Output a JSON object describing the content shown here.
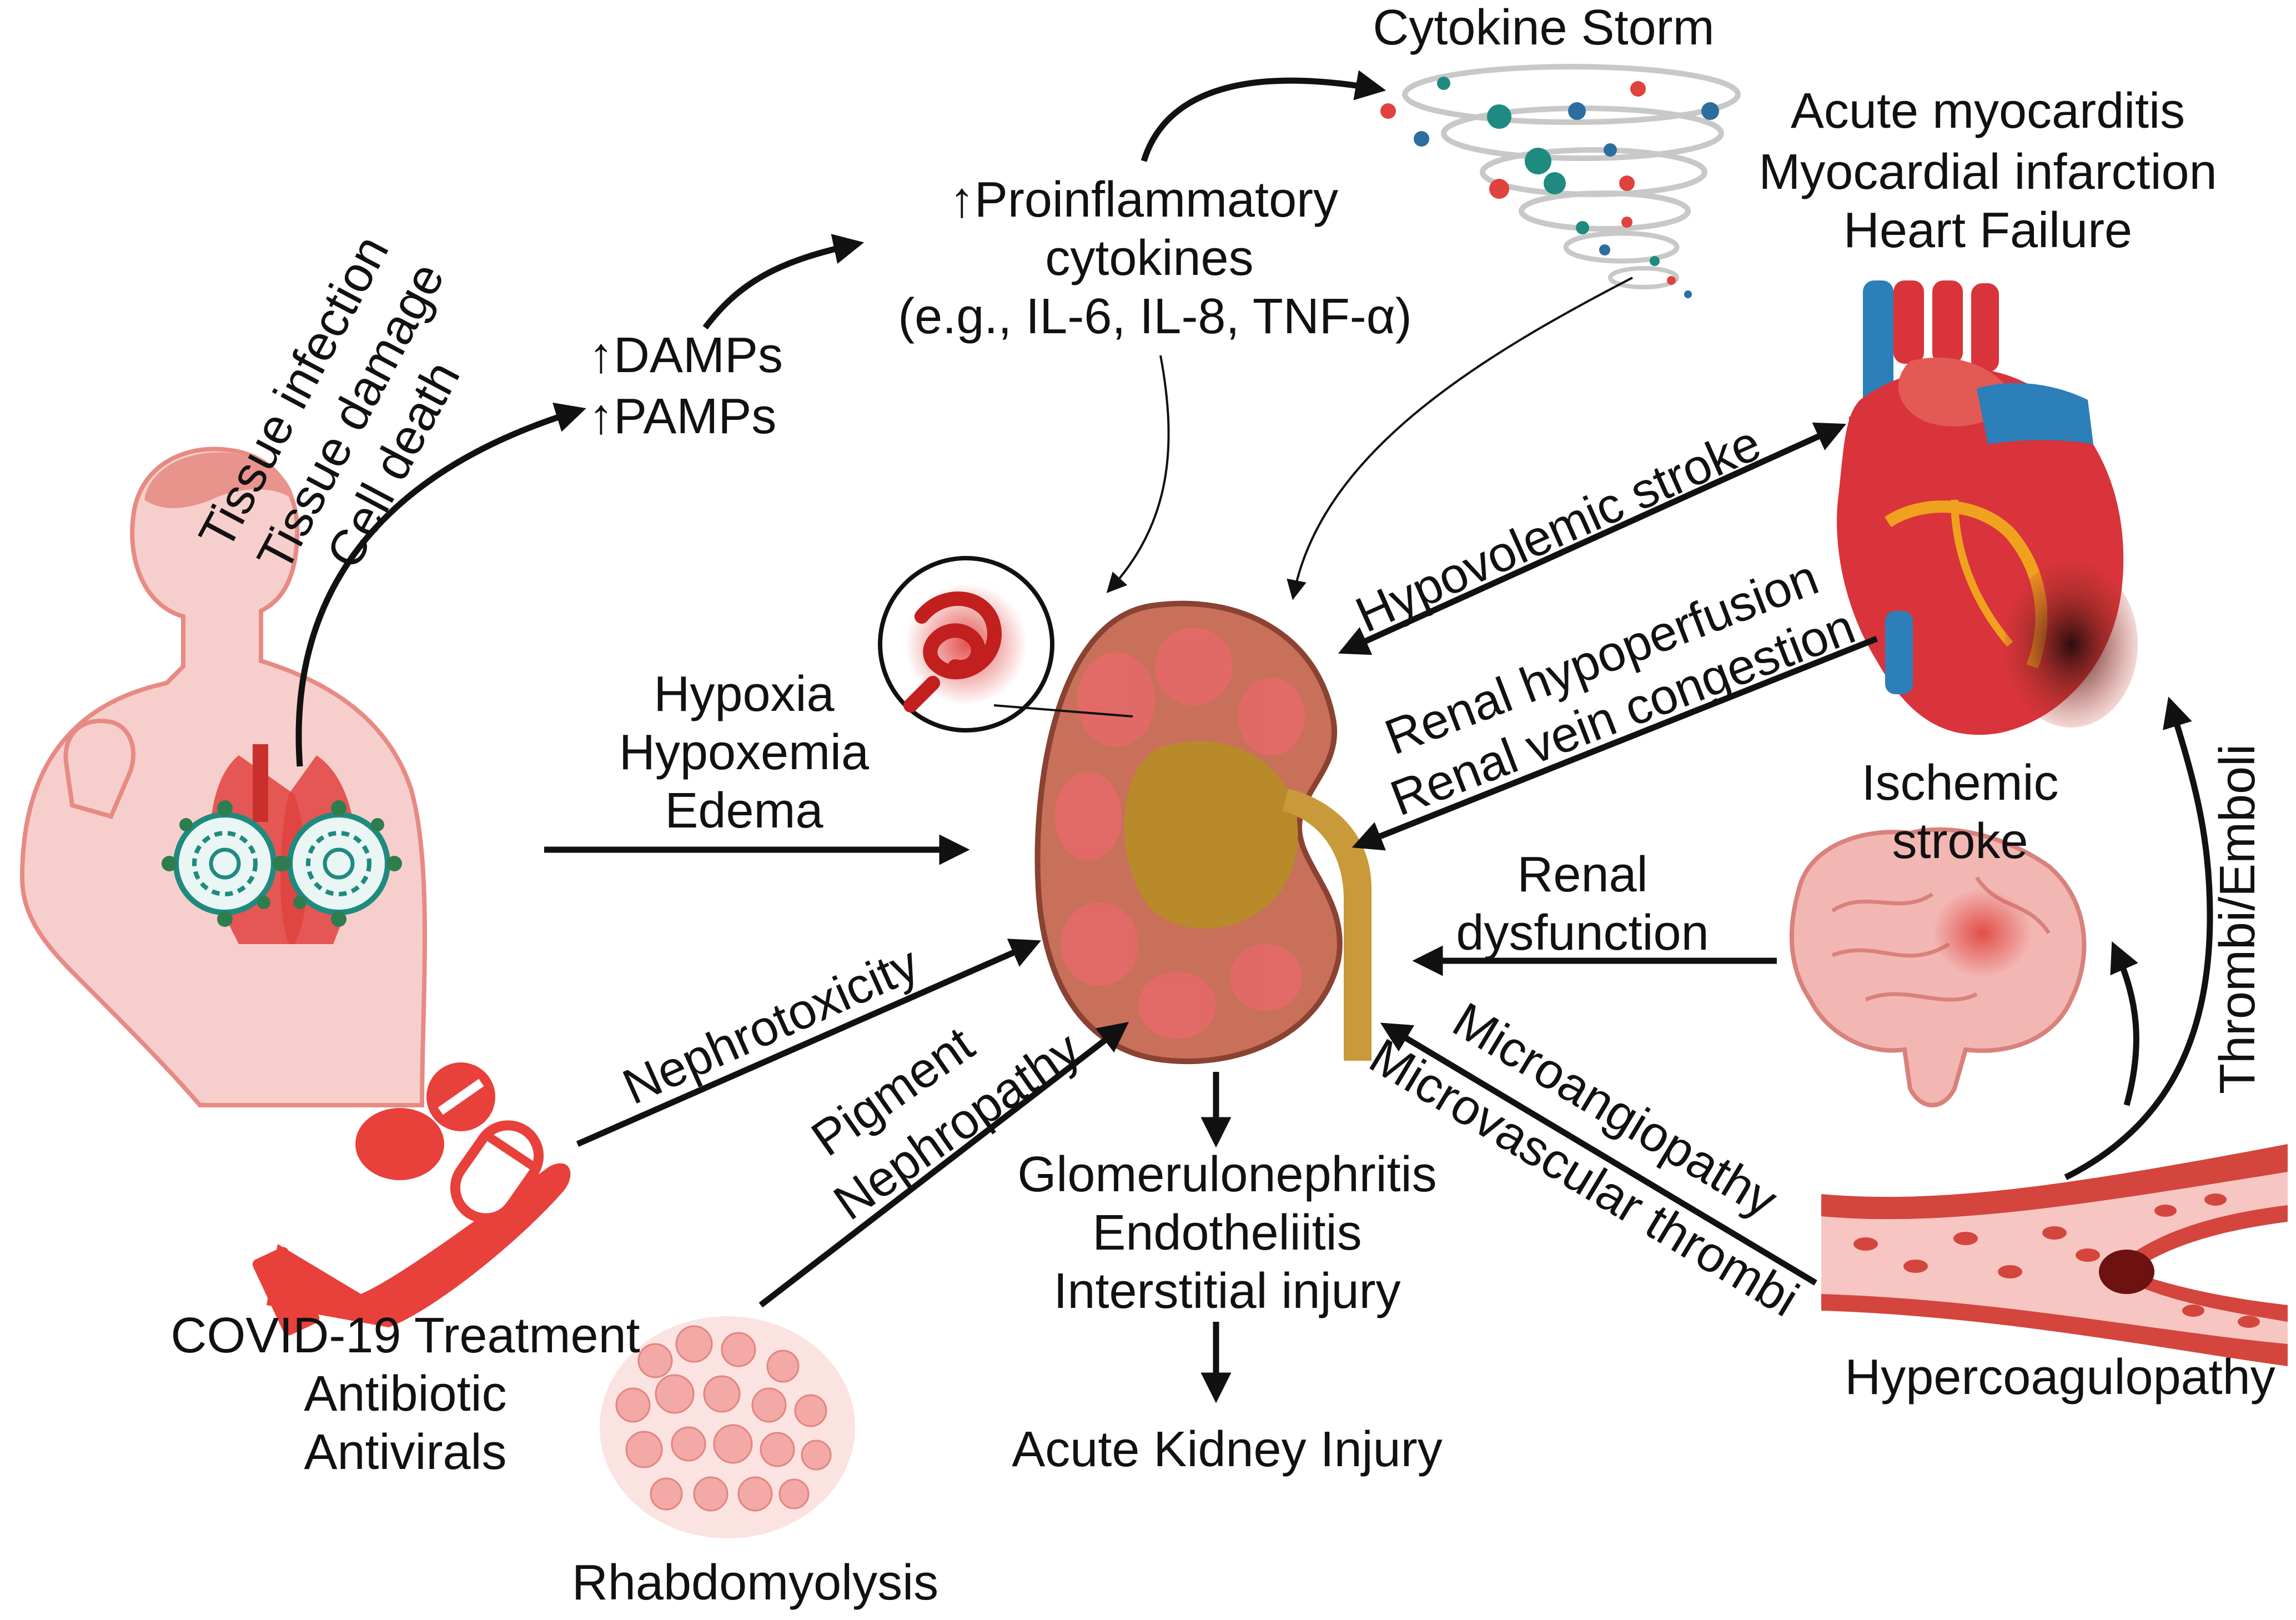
{
  "labels": {
    "cytokine_storm": "Cytokine Storm",
    "proinflammatory_1": "↑Proinflammatory",
    "proinflammatory_2": "cytokines",
    "proinflammatory_3": "(e.g., IL-6, IL-8, TNF-α)",
    "damps": "↑DAMPs",
    "pamps": "↑PAMPs",
    "tissue_infection": "Tissue infection",
    "tissue_damage": "Tissue damage",
    "cell_death": "Cell death",
    "cardiac_1": "Acute myocarditis",
    "cardiac_2": "Myocardial infarction",
    "cardiac_3": "Heart Failure",
    "hypovolemic_stroke": "Hypovolemic stroke",
    "renal_hypoperfusion": "Renal hypoperfusion",
    "renal_vein_congestion": "Renal vein congestion",
    "hypoxia": "Hypoxia",
    "hypoxemia": "Hypoxemia",
    "edema": "Edema",
    "ischemic_stroke_1": "Ischemic",
    "ischemic_stroke_2": "stroke",
    "renal_dysfunction_1": "Renal",
    "renal_dysfunction_2": "dysfunction",
    "thrombi_emboli": "Thrombi/Emboli",
    "nephrotoxicity": "Nephrotoxicity",
    "pigment": "Pigment",
    "nephropathy": "Nephropathy",
    "microangiopathy": "Microangiopathy",
    "microvascular_thrombi": "Microvascular thrombi",
    "glomerulonephritis": "Glomerulonephritis",
    "endotheliitis": "Endotheliitis",
    "interstitial_injury": "Interstitial injury",
    "aki": "Acute Kidney Injury",
    "covid_treatment_1": "COVID-19 Treatment",
    "covid_treatment_2": "Antibiotic",
    "covid_treatment_3": "Antivirals",
    "rhabdomyolysis": "Rhabdomyolysis",
    "hypercoagulopathy": "Hypercoagulopathy"
  },
  "colors": {
    "text": "#111111",
    "arrow": "#111111",
    "kidney_cortex": "#c9705a",
    "kidney_pelvis": "#b88a2a",
    "heart_red": "#d9333b",
    "vein_blue": "#2c7fb8",
    "lung_red": "#e0423e",
    "virus_teal": "#1f8a80",
    "brain_pink": "#f2b7b3",
    "muscle_pink": "#f3a9a6",
    "vessel_red": "#d4453d",
    "hand_red": "#e8403a"
  }
}
